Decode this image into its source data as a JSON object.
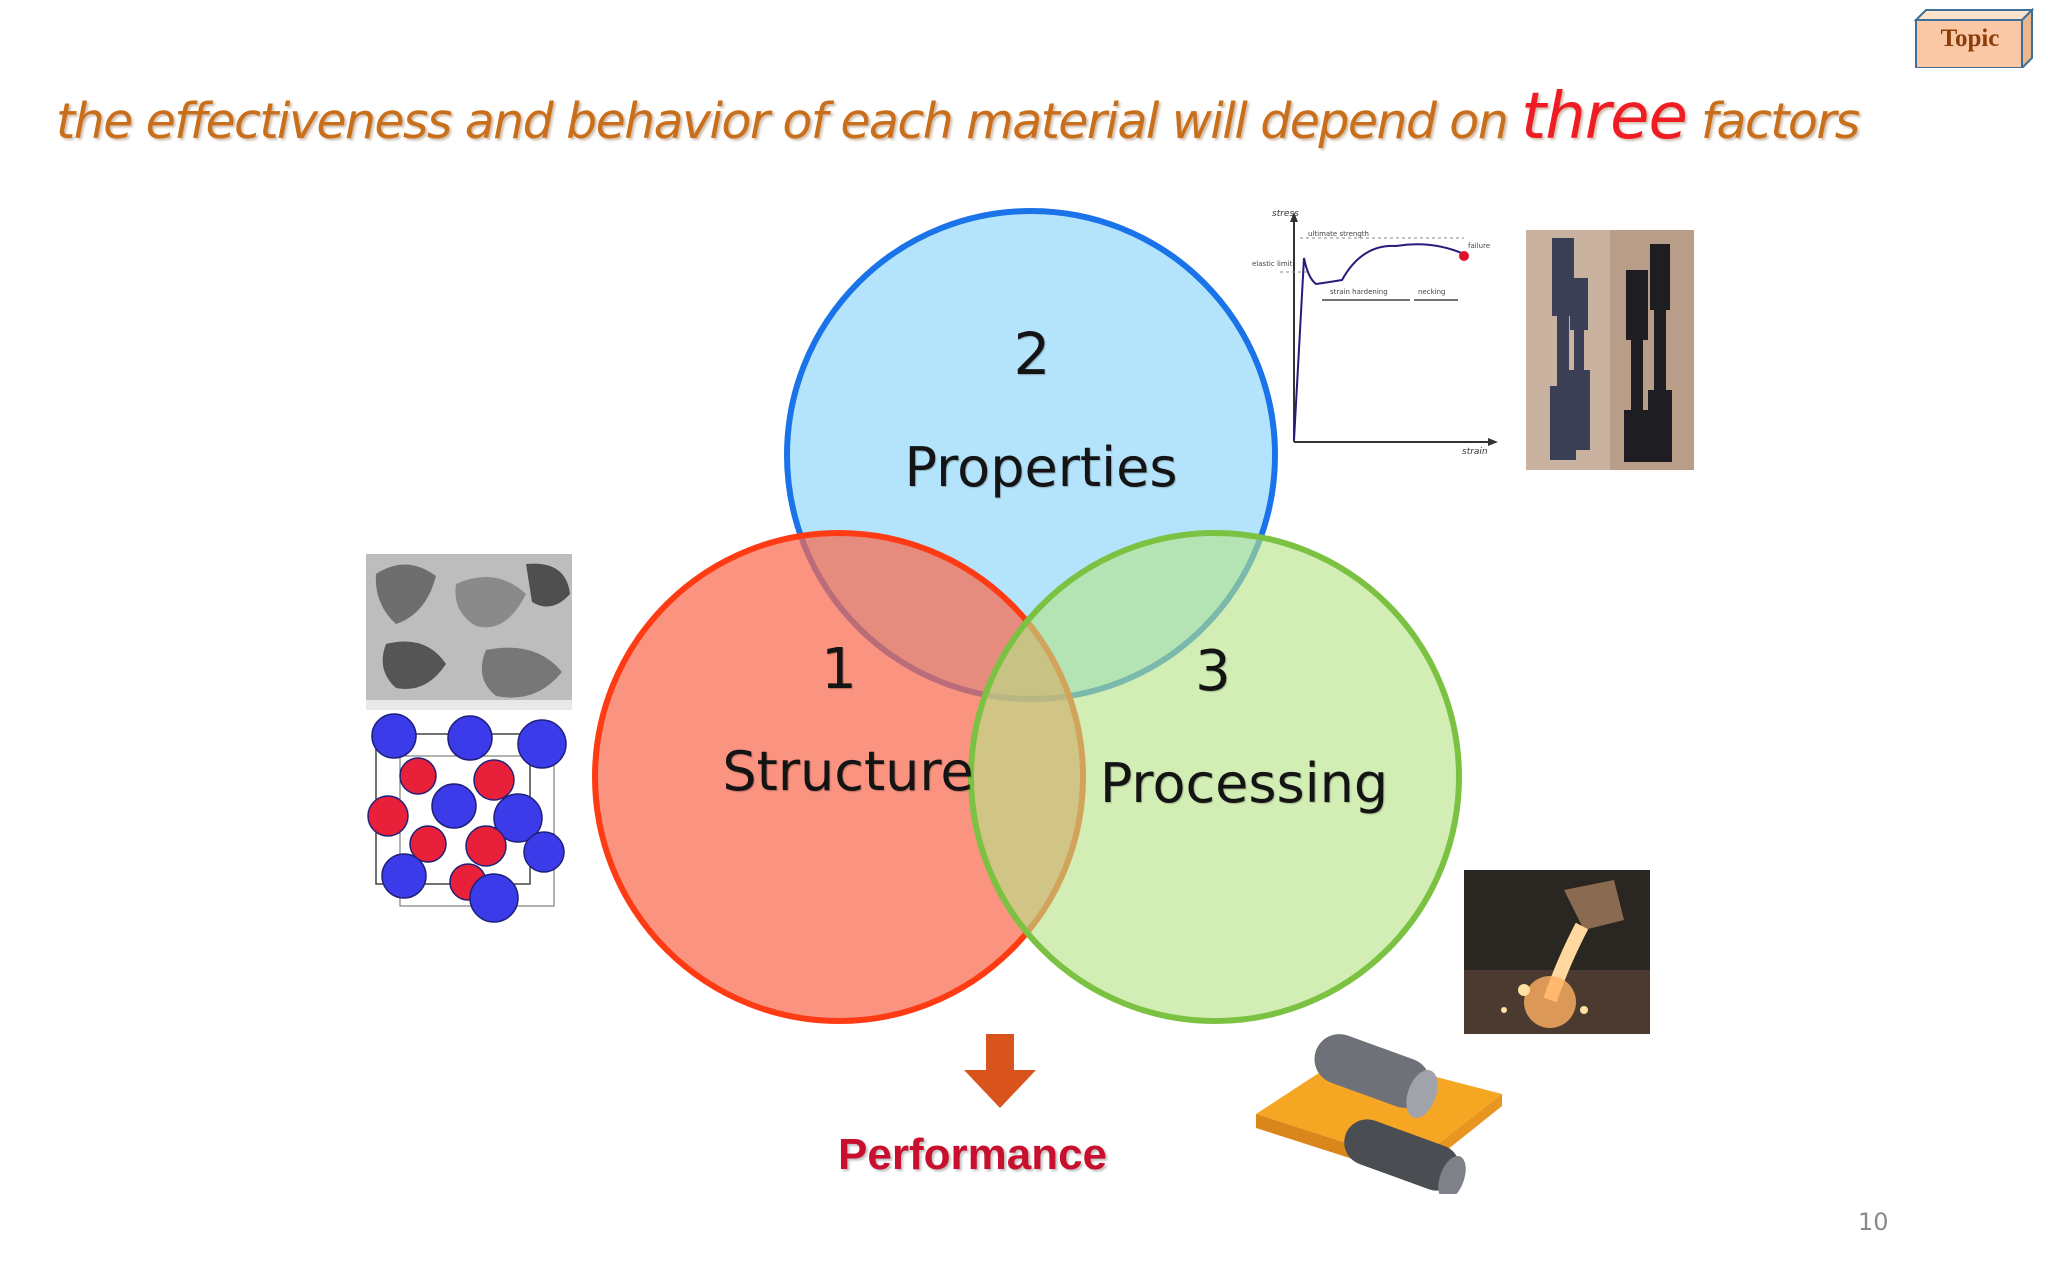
{
  "header": {
    "topic_button": "Topic"
  },
  "title": {
    "prefix": "the effectiveness and behavior of each material will depend on",
    "accent": "three",
    "suffix": "factors"
  },
  "diagram": {
    "circles": [
      {
        "number": "2",
        "label": "Properties",
        "fill": "#9fdcfb",
        "stroke": "#1a73e8"
      },
      {
        "number": "1",
        "label": "Structure",
        "fill": "#f86a4e",
        "stroke": "#ff3b14"
      },
      {
        "number": "3",
        "label": "Processing",
        "fill": "#b7e388",
        "stroke": "#7cc242"
      }
    ],
    "result": "Performance",
    "arrow_color": "#d9541d"
  },
  "stress_strain_graph": {
    "y_label": "stress",
    "x_label": "strain",
    "ultimate": "ultimate strength",
    "elastic": "elastic limit",
    "hardening": "strain hardening",
    "necking": "necking",
    "failure": "failure"
  },
  "footer": {
    "page_number": "10"
  }
}
